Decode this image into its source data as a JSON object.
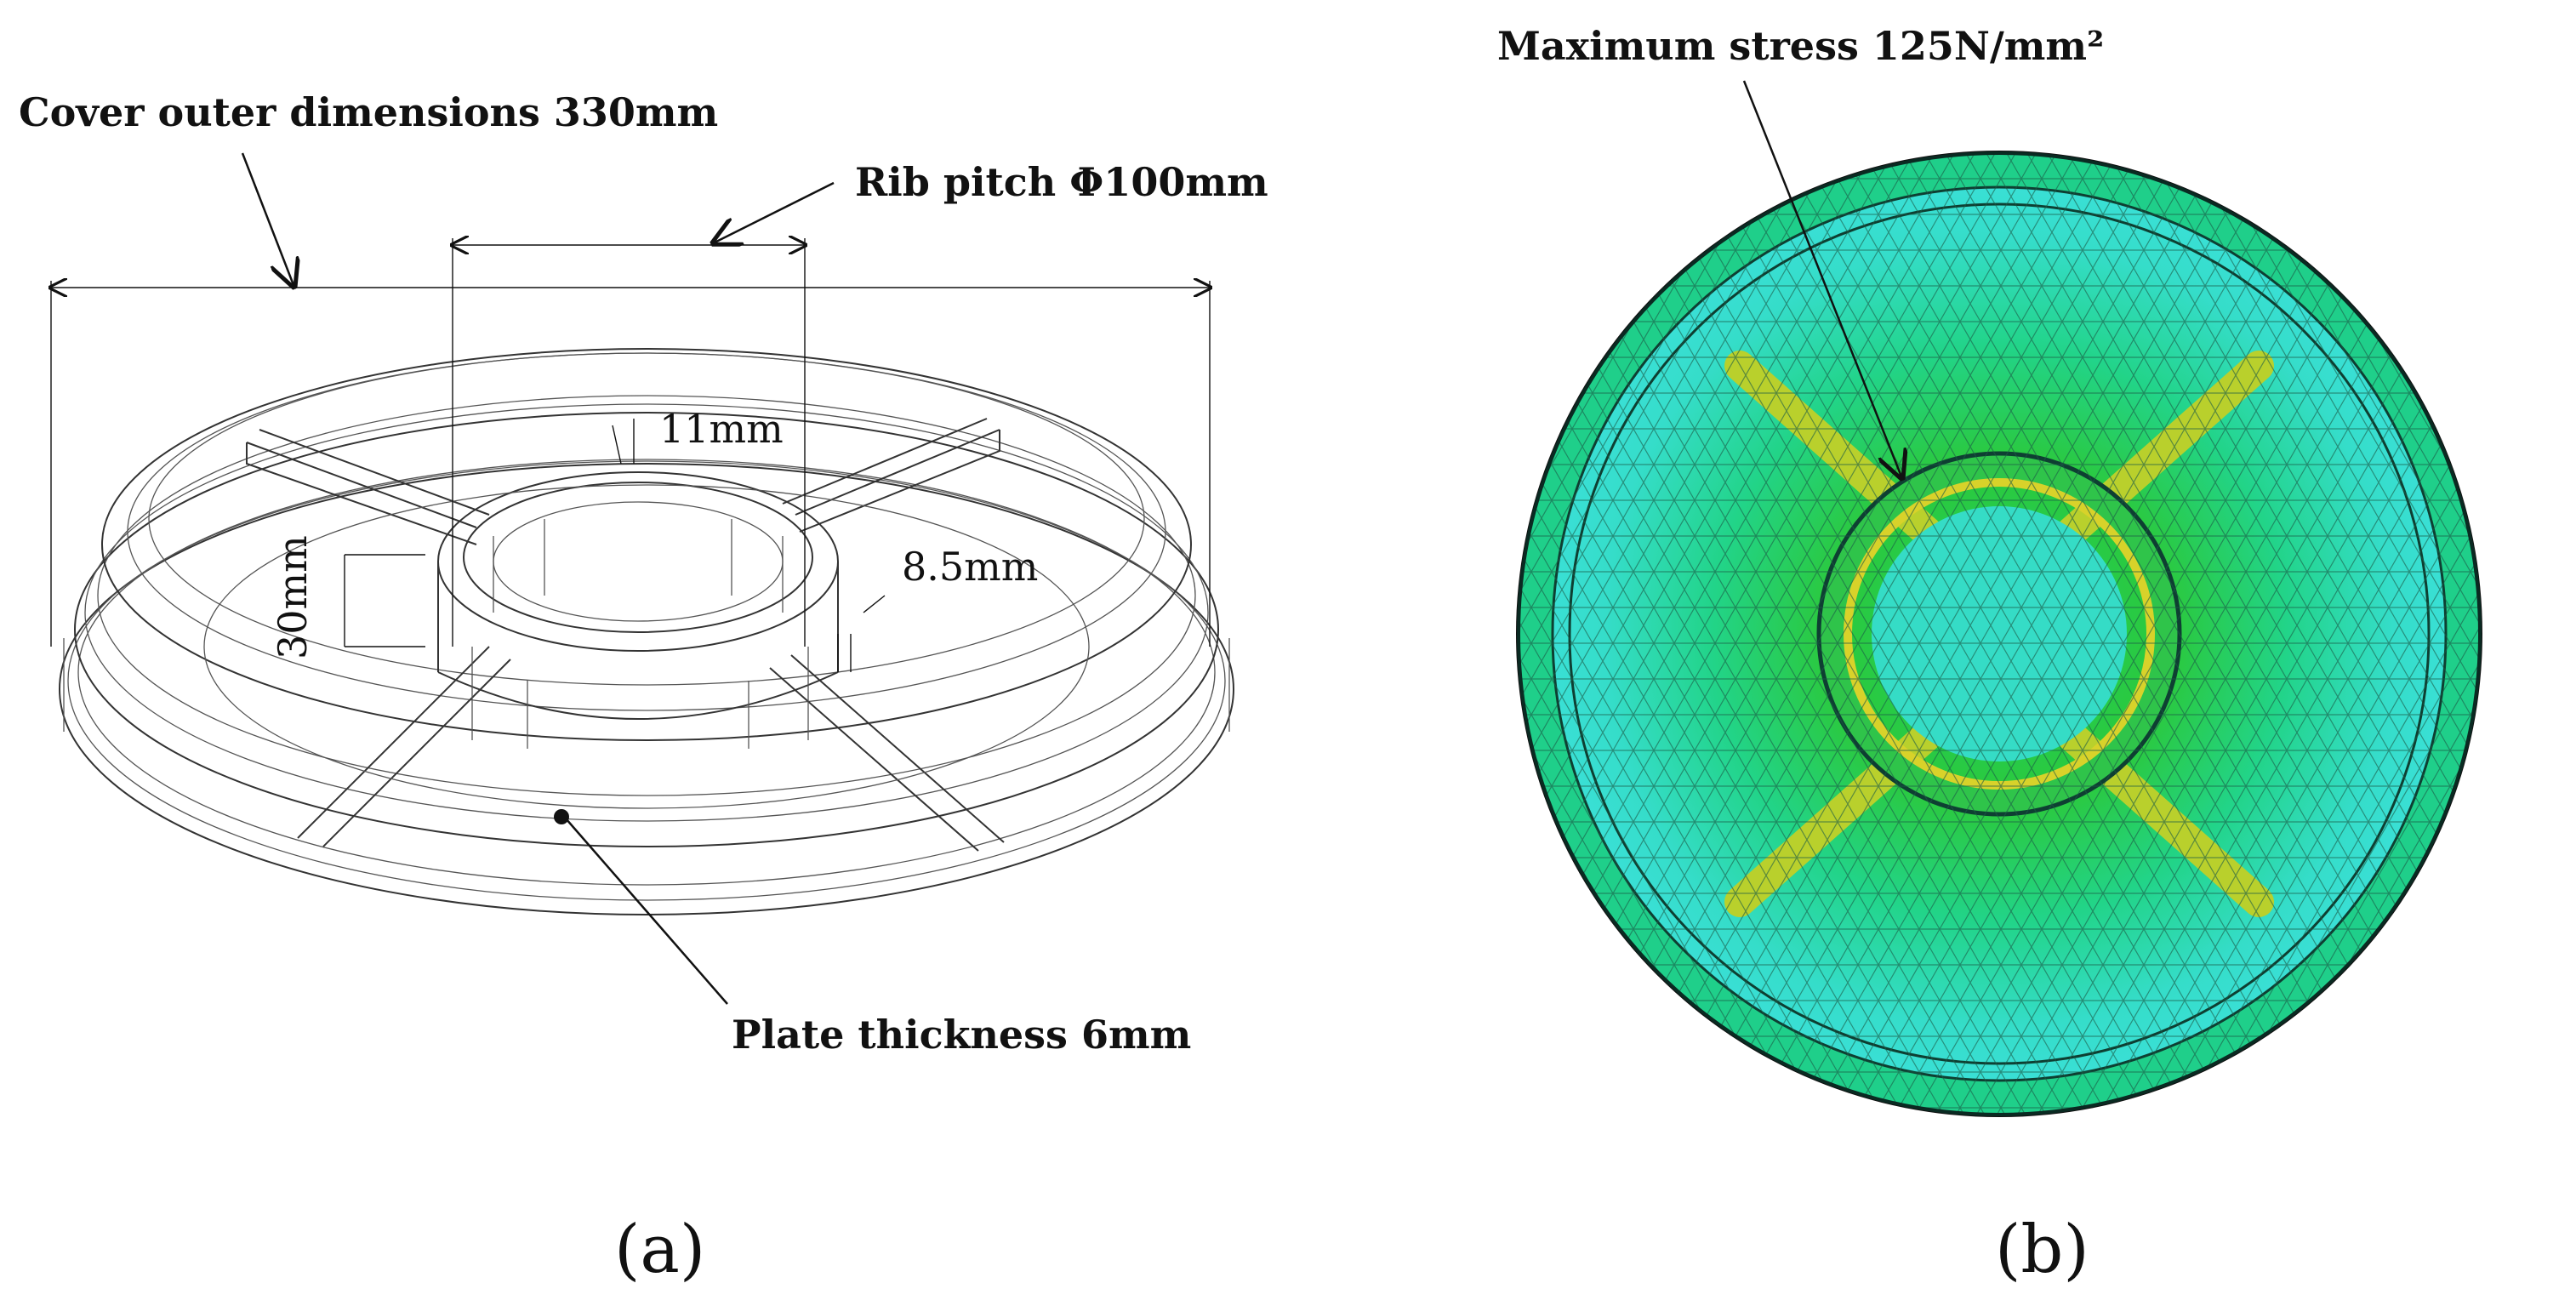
{
  "panel_a": {
    "caption": "(a)",
    "labels": {
      "outer_dimensions": "Cover outer dimensions 330mm",
      "rib_pitch": "Rib pitch Φ100mm",
      "dim_11": "11mm",
      "dim_30": "30mm",
      "dim_8_5": "8.5mm",
      "plate_thickness": "Plate thickness 6mm"
    }
  },
  "panel_b": {
    "caption": "(b)",
    "labels": {
      "max_stress": "Maximum stress 125N/mm²"
    },
    "colors": {
      "cyan": "#3fe2e0",
      "teal": "#19d7a6",
      "green": "#2ecb35",
      "yellow": "#d9d427",
      "mesh": "#1b5a46"
    }
  }
}
